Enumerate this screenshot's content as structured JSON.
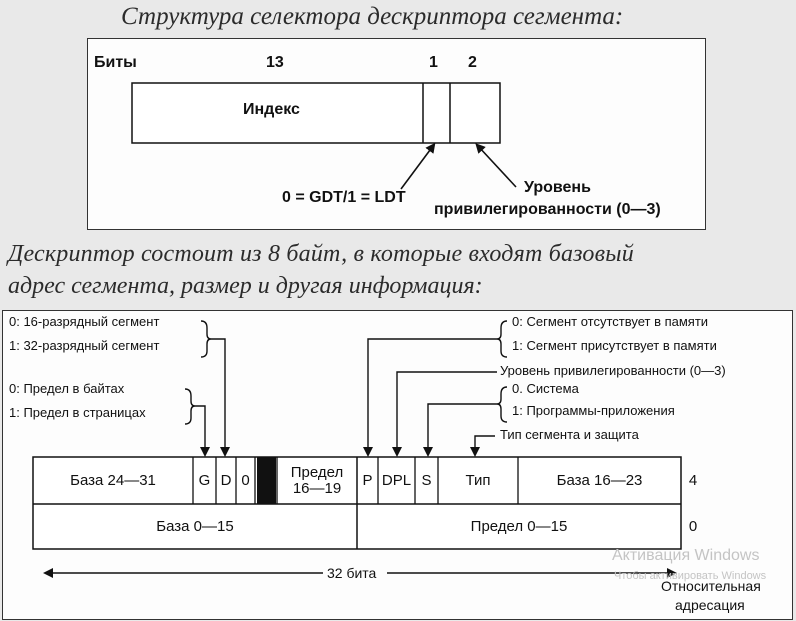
{
  "selector": {
    "heading": "Структура селектора дескриптора сегмента:",
    "bits_label": "Биты",
    "bits_13": "13",
    "bits_1": "1",
    "bits_2": "2",
    "index_label": "Индекс",
    "table_indicator_label": "0 = GDT/1 = LDT",
    "rpl_label_line1": "Уровень",
    "rpl_label_line2": "привилегированности (0—3)"
  },
  "paragraph": {
    "line1": "Дескриптор состоит из 8 байт, в которые входят базовый",
    "line2": "адрес сегмента, размер и другая информация:"
  },
  "descriptor": {
    "d_bit": {
      "line1": "0: 16-разрядный сегмент",
      "line2": "1: 32-разрядный сегмент"
    },
    "g_bit": {
      "line1": "0: Предел в байтах",
      "line2": "1: Предел в страницах"
    },
    "p_bit": {
      "line1": "0: Сегмент отсутствует в памяти",
      "line2": "1: Сегмент присутствует в памяти"
    },
    "dpl_label": "Уровень привилегированности (0—3)",
    "s_bit": {
      "line1": "0. Система",
      "line2": "1: Программы-приложения"
    },
    "type_label": "Тип сегмента и защита",
    "upper_row": {
      "base_24_31": "База 24—31",
      "g": "G",
      "d": "D",
      "zero": "0",
      "limit_line1": "Предел",
      "limit_line2": "16—19",
      "p": "P",
      "dpl": "DPL",
      "s": "S",
      "type": "Тип",
      "base_16_23": "База 16—23",
      "offset": "4"
    },
    "lower_row": {
      "base_0_15": "База 0—15",
      "limit_0_15": "Предел 0—15",
      "offset": "0"
    },
    "width_label": "32 бита",
    "relative_line1": "Относительная",
    "relative_line2": "адресация"
  },
  "watermark": {
    "line1": "Активация Windows",
    "line2": "Чтобы активировать Windows"
  }
}
